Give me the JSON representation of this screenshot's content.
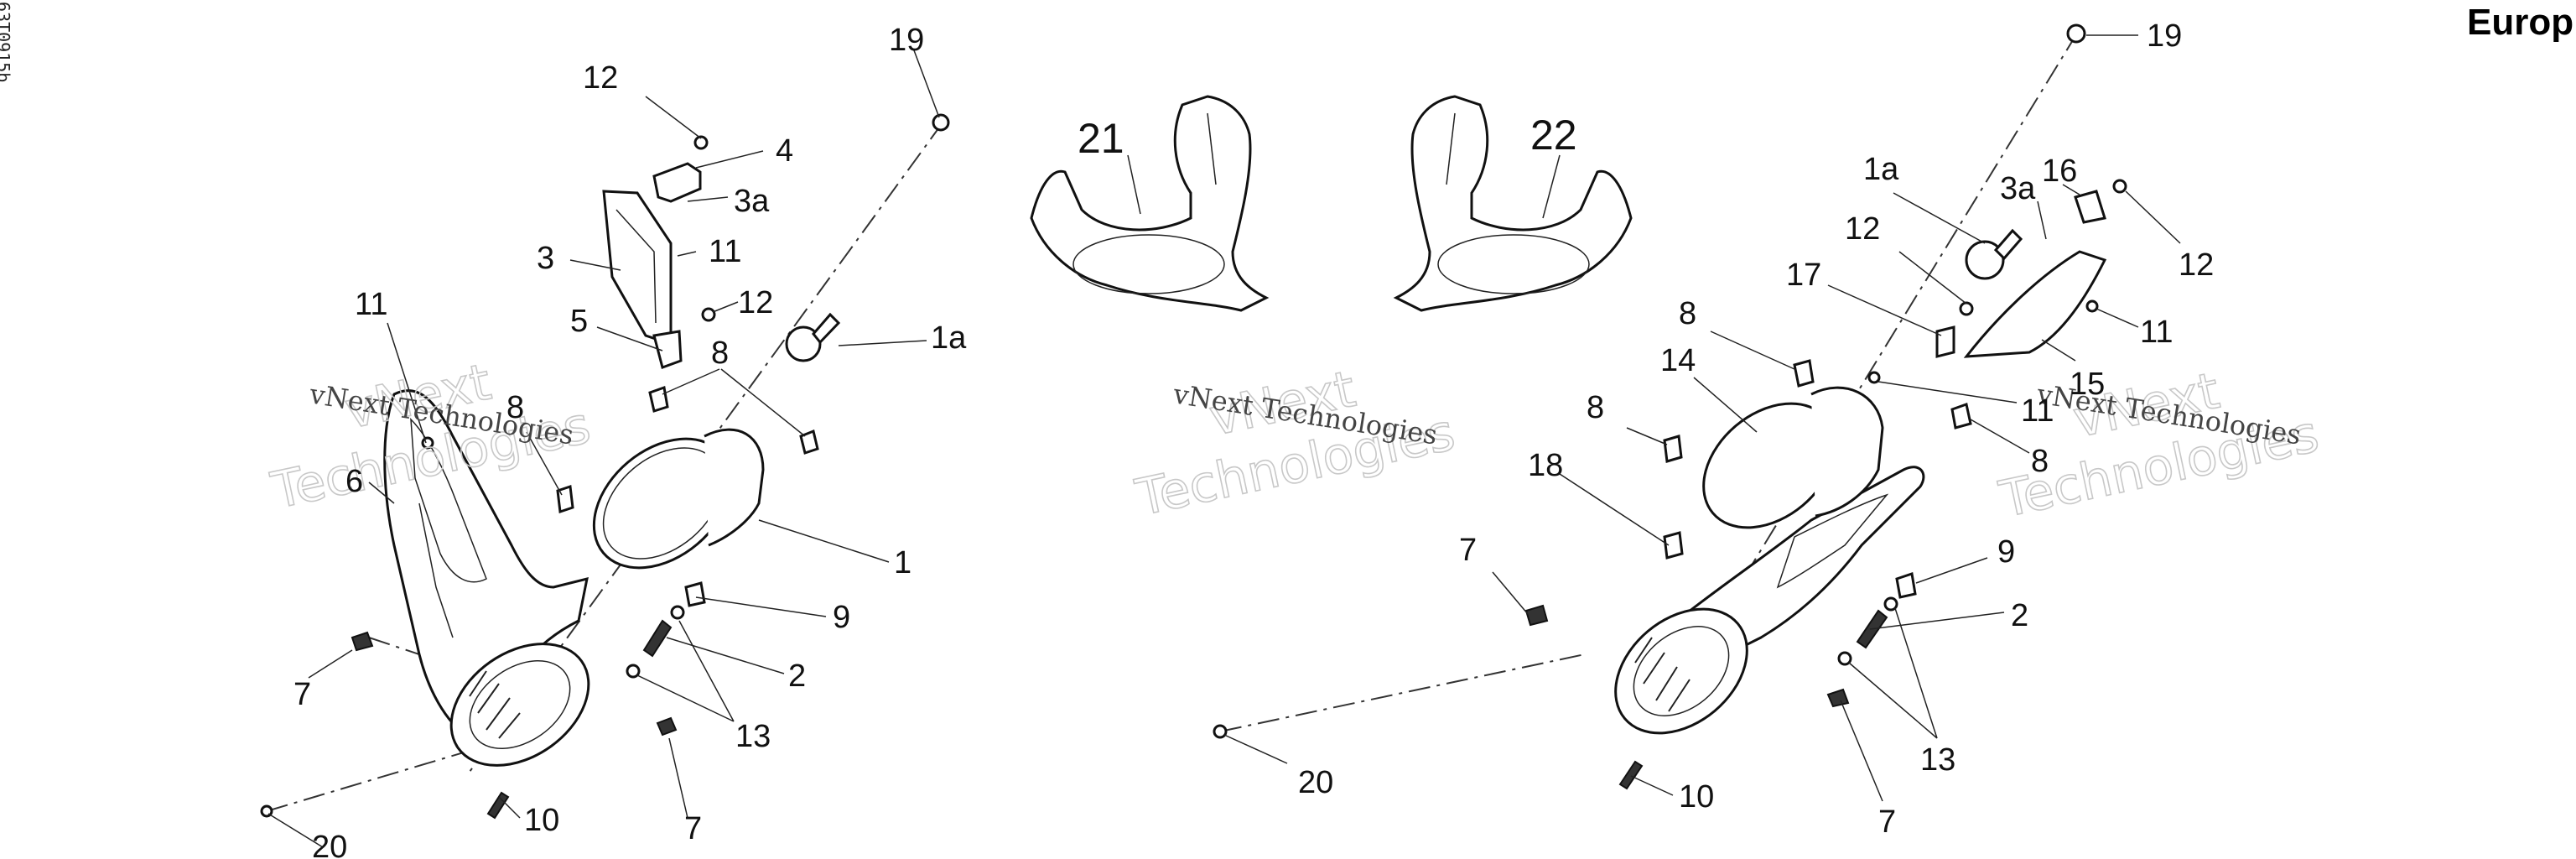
{
  "header": {
    "diagram_code": "63T0915b",
    "region_title": "Europ"
  },
  "watermark": {
    "line1": "vNext Technologies",
    "outline_top": "vNext",
    "outline_bottom": "Technologies"
  },
  "labels": {
    "L1": "1",
    "L1a": "1a",
    "L2": "2",
    "L3": "3",
    "L3a": "3a",
    "L4": "4",
    "L5": "5",
    "L6": "6",
    "L7a": "7",
    "L7b": "7",
    "L8a": "8",
    "L8b": "8",
    "L9": "9",
    "L10": "10",
    "L11a": "11",
    "L11b": "11",
    "L12a": "12",
    "L12b": "12",
    "L13": "13",
    "L19": "19",
    "L20": "20",
    "L21": "21",
    "L22": "22",
    "R1a": "1a",
    "R2": "2",
    "R3a": "3a",
    "R7a": "7",
    "R7b": "7",
    "R8a": "8",
    "R8b": "8",
    "R8c": "8",
    "R9": "9",
    "R10": "10",
    "R11a": "11",
    "R11b": "11",
    "R12a": "12",
    "R12b": "12",
    "R13": "13",
    "R14": "14",
    "R15": "15",
    "R16": "16",
    "R17": "17",
    "R18": "18",
    "R19": "19",
    "R20": "20"
  }
}
